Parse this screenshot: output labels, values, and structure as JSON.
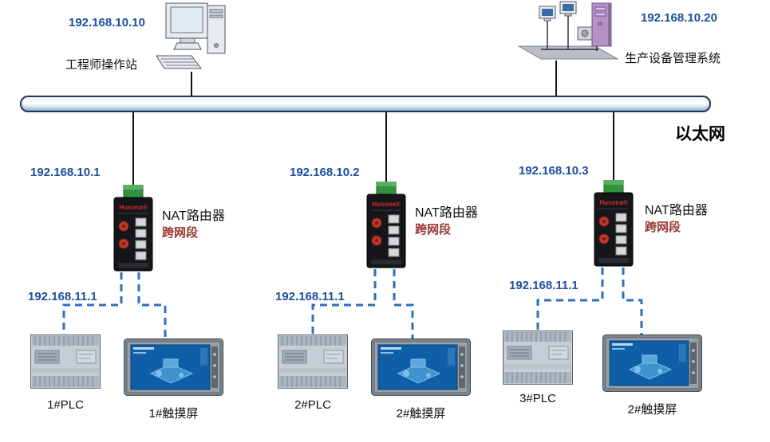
{
  "diagram": {
    "ethernet_label": "以太网",
    "workstation": {
      "ip": "192.168.10.10",
      "label": "工程师操作站"
    },
    "management": {
      "ip": "192.168.10.20",
      "label": "生产设备管理系统"
    },
    "router_brand": "Husona®",
    "routers": [
      {
        "ip": "192.168.10.1",
        "name": "NAT路由器",
        "note": "跨网段"
      },
      {
        "ip": "192.168.10.2",
        "name": "NAT路由器",
        "note": "跨网段"
      },
      {
        "ip": "192.168.10.3",
        "name": "NAT路由器",
        "note": "跨网段"
      }
    ],
    "segments": [
      {
        "ip": "192.168.11.1",
        "plc": "1#PLC",
        "hmi": "1#触摸屏"
      },
      {
        "ip": "192.168.11.1",
        "plc": "2#PLC",
        "hmi": "2#触摸屏"
      },
      {
        "ip": "192.168.11.1",
        "plc": "3#PLC",
        "hmi": "2#触摸屏"
      }
    ],
    "colors": {
      "ip_blue": "#1d4e9e",
      "note_red": "#993a32",
      "dashed_blue": "#2e6fbe"
    }
  }
}
